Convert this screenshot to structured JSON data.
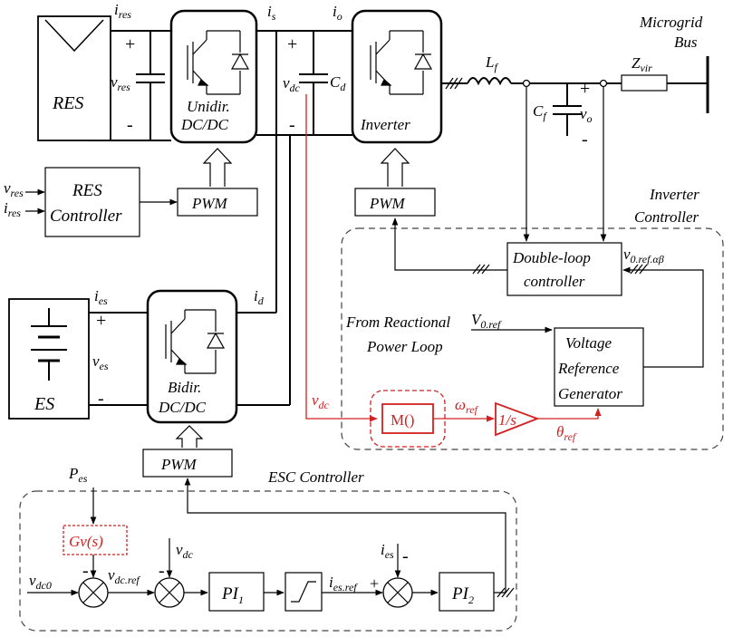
{
  "labels": {
    "res": "RES",
    "unidir": "Unidir.",
    "dcdc": "DC/DC",
    "inverter": "Inverter",
    "microgrid": "Microgrid",
    "bus": "Bus",
    "res_controller_1": "RES",
    "res_controller_2": "Controller",
    "pwm": "PWM",
    "inverter_controller_1": "Inverter",
    "inverter_controller_2": "Controller",
    "double_loop_1": "Double-loop",
    "double_loop_2": "controller",
    "from_reactional_1": "From Reactional",
    "from_reactional_2": "Power Loop",
    "vref_gen_1": "Voltage",
    "vref_gen_2": "Reference",
    "vref_gen_3": "Generator",
    "es": "ES",
    "bidir": "Bidir.",
    "esc_controller": "ESC Controller",
    "m_block": "M()",
    "integrator": "1/s",
    "gv_block": "Gv(s)",
    "pi1": "PI1",
    "pi2": "PI2"
  },
  "signals": {
    "i_res": "ires",
    "v_res": "vres",
    "i_s": "is",
    "i_o": "io",
    "v_dc": "vdc",
    "c_d": "Cd",
    "l_f": "Lf",
    "c_f": "Cf",
    "v_o": "vo",
    "z_vir": "Zvir",
    "v_res_in": "vres",
    "i_res_in": "ires",
    "i_es": "ies",
    "v_es": "ves",
    "i_d": "id",
    "v0ref_ab": "v0.ref.αβ",
    "v0ref": "V0.ref",
    "v_dc_red": "vdc",
    "omega_ref": "ωref",
    "theta_ref": "θref",
    "p_es": "Pes",
    "v_dc0": "vdc0",
    "v_dc_ref": "vdc.ref",
    "v_dc_esc": "vdc",
    "i_es_ref": "ies.ref",
    "i_es_esc": "ies"
  },
  "signs": {
    "plus": "+",
    "minus": "-"
  }
}
